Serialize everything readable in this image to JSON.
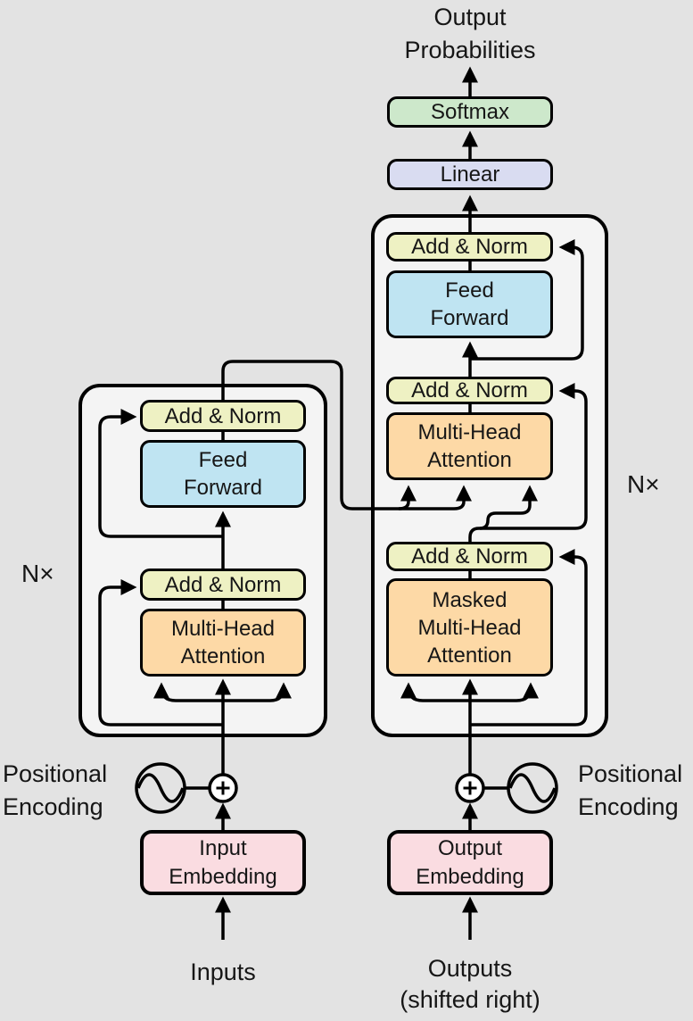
{
  "diagram_title": {
    "line1": "Output",
    "line2": "Probabilities"
  },
  "blocks": {
    "softmax": "Softmax",
    "linear": "Linear",
    "add_norm": "Add & Norm",
    "feed_forward": [
      "Feed",
      "Forward"
    ],
    "multi_head_attention": [
      "Multi-Head",
      "Attention"
    ],
    "masked_multi_head_attention": [
      "Masked",
      "Multi-Head",
      "Attention"
    ],
    "input_embedding": [
      "Input",
      "Embedding"
    ],
    "output_embedding": [
      "Output",
      "Embedding"
    ]
  },
  "labels": {
    "encoder_repeat": "N×",
    "decoder_repeat": "N×",
    "positional_encoding_left": {
      "line1": "Positional",
      "line2": "Encoding"
    },
    "positional_encoding_right": {
      "line1": "Positional",
      "line2": "Encoding"
    },
    "inputs": "Inputs",
    "outputs": "Outputs",
    "outputs_note": "(shifted right)"
  },
  "colors": {
    "background": "#e3e3e3",
    "stack_background": "#f4f4f4",
    "line": "#000000",
    "softmax": "#cde8cb",
    "linear": "#d9dcf1",
    "add_norm": "#eef1c3",
    "feed_forward": "#bfe4f2",
    "attention": "#fdd9a6",
    "embedding": "#fadce1",
    "sum_node": "#ffffff"
  }
}
